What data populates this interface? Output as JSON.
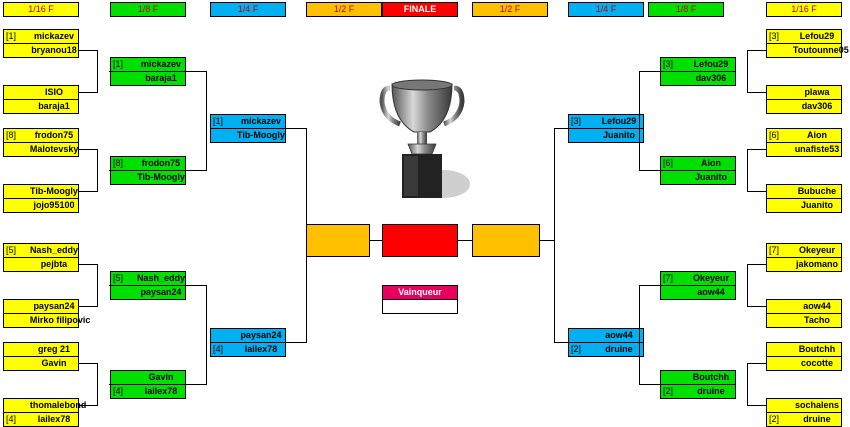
{
  "colors": {
    "r32": "#ffff00",
    "r16": "#00e000",
    "qf": "#00b0f0",
    "sf": "#ffc000",
    "final": "#ff0000",
    "winner_label": "#e8005c",
    "header_text": "#c00000"
  },
  "headers": [
    "1/16 F",
    "1/8 F",
    "1/4 F",
    "1/2 F",
    "FINALE",
    "1/2 F",
    "1/4 F",
    "1/8 F",
    "1/16 F"
  ],
  "left": {
    "r32": [
      {
        "seed": "[1]",
        "name": "mickazev"
      },
      {
        "seed": "",
        "name": "bryanou18"
      },
      {
        "seed": "",
        "name": "ISIO"
      },
      {
        "seed": "",
        "name": "baraja1"
      },
      {
        "seed": "[8]",
        "name": "frodon75"
      },
      {
        "seed": "",
        "name": "Malotevsky"
      },
      {
        "seed": "",
        "name": "Tib-Moogly"
      },
      {
        "seed": "",
        "name": "jojo95100"
      },
      {
        "seed": "[5]",
        "name": "Nash_eddy"
      },
      {
        "seed": "",
        "name": "pejbta"
      },
      {
        "seed": "",
        "name": "paysan24"
      },
      {
        "seed": "",
        "name": "Mirko filipovic"
      },
      {
        "seed": "",
        "name": "greg 21"
      },
      {
        "seed": "",
        "name": "Gavin"
      },
      {
        "seed": "",
        "name": "thomalebond"
      },
      {
        "seed": "[4]",
        "name": "lailex78"
      }
    ],
    "r16": [
      {
        "seed": "[1]",
        "name": "mickazev"
      },
      {
        "seed": "",
        "name": "baraja1"
      },
      {
        "seed": "[8]",
        "name": "frodon75"
      },
      {
        "seed": "",
        "name": "Tib-Moogly"
      },
      {
        "seed": "[5]",
        "name": "Nash_eddy"
      },
      {
        "seed": "",
        "name": "paysan24"
      },
      {
        "seed": "",
        "name": "Gavin"
      },
      {
        "seed": "[4]",
        "name": "lailex78"
      }
    ],
    "qf": [
      {
        "seed": "[1]",
        "name": "mickazev"
      },
      {
        "seed": "",
        "name": "Tib-Moogly"
      },
      {
        "seed": "",
        "name": "paysan24"
      },
      {
        "seed": "[4]",
        "name": "lailex78"
      }
    ],
    "sf": [
      ""
    ]
  },
  "right": {
    "r32": [
      {
        "seed": "[3]",
        "name": "Lefou29"
      },
      {
        "seed": "",
        "name": "Toutounne05"
      },
      {
        "seed": "",
        "name": "plawa"
      },
      {
        "seed": "",
        "name": "dav306"
      },
      {
        "seed": "[6]",
        "name": "Aion"
      },
      {
        "seed": "",
        "name": "unafiste53"
      },
      {
        "seed": "",
        "name": "Bubuche"
      },
      {
        "seed": "",
        "name": "Juanito"
      },
      {
        "seed": "[7]",
        "name": "Okeyeur"
      },
      {
        "seed": "",
        "name": "jakomano"
      },
      {
        "seed": "",
        "name": "aow44"
      },
      {
        "seed": "",
        "name": "Tacho"
      },
      {
        "seed": "",
        "name": "Boutchh"
      },
      {
        "seed": "",
        "name": "cocotte"
      },
      {
        "seed": "",
        "name": "sochalens"
      },
      {
        "seed": "[2]",
        "name": "druine"
      }
    ],
    "r16": [
      {
        "seed": "[3]",
        "name": "Lefou29"
      },
      {
        "seed": "",
        "name": "dav306"
      },
      {
        "seed": "[6]",
        "name": "Aion"
      },
      {
        "seed": "",
        "name": "Juanito"
      },
      {
        "seed": "[7]",
        "name": "Okeyeur"
      },
      {
        "seed": "",
        "name": "aow44"
      },
      {
        "seed": "",
        "name": "Boutchh"
      },
      {
        "seed": "[2]",
        "name": "druine"
      }
    ],
    "qf": [
      {
        "seed": "[3]",
        "name": "Lefou29"
      },
      {
        "seed": "",
        "name": "Juanito"
      },
      {
        "seed": "",
        "name": "aow44"
      },
      {
        "seed": "[2]",
        "name": "druine"
      }
    ],
    "sf": [
      ""
    ]
  },
  "final": {
    "name": ""
  },
  "winner": {
    "label": "Vainqueur",
    "name": ""
  },
  "trophy_icon": "trophy-icon"
}
